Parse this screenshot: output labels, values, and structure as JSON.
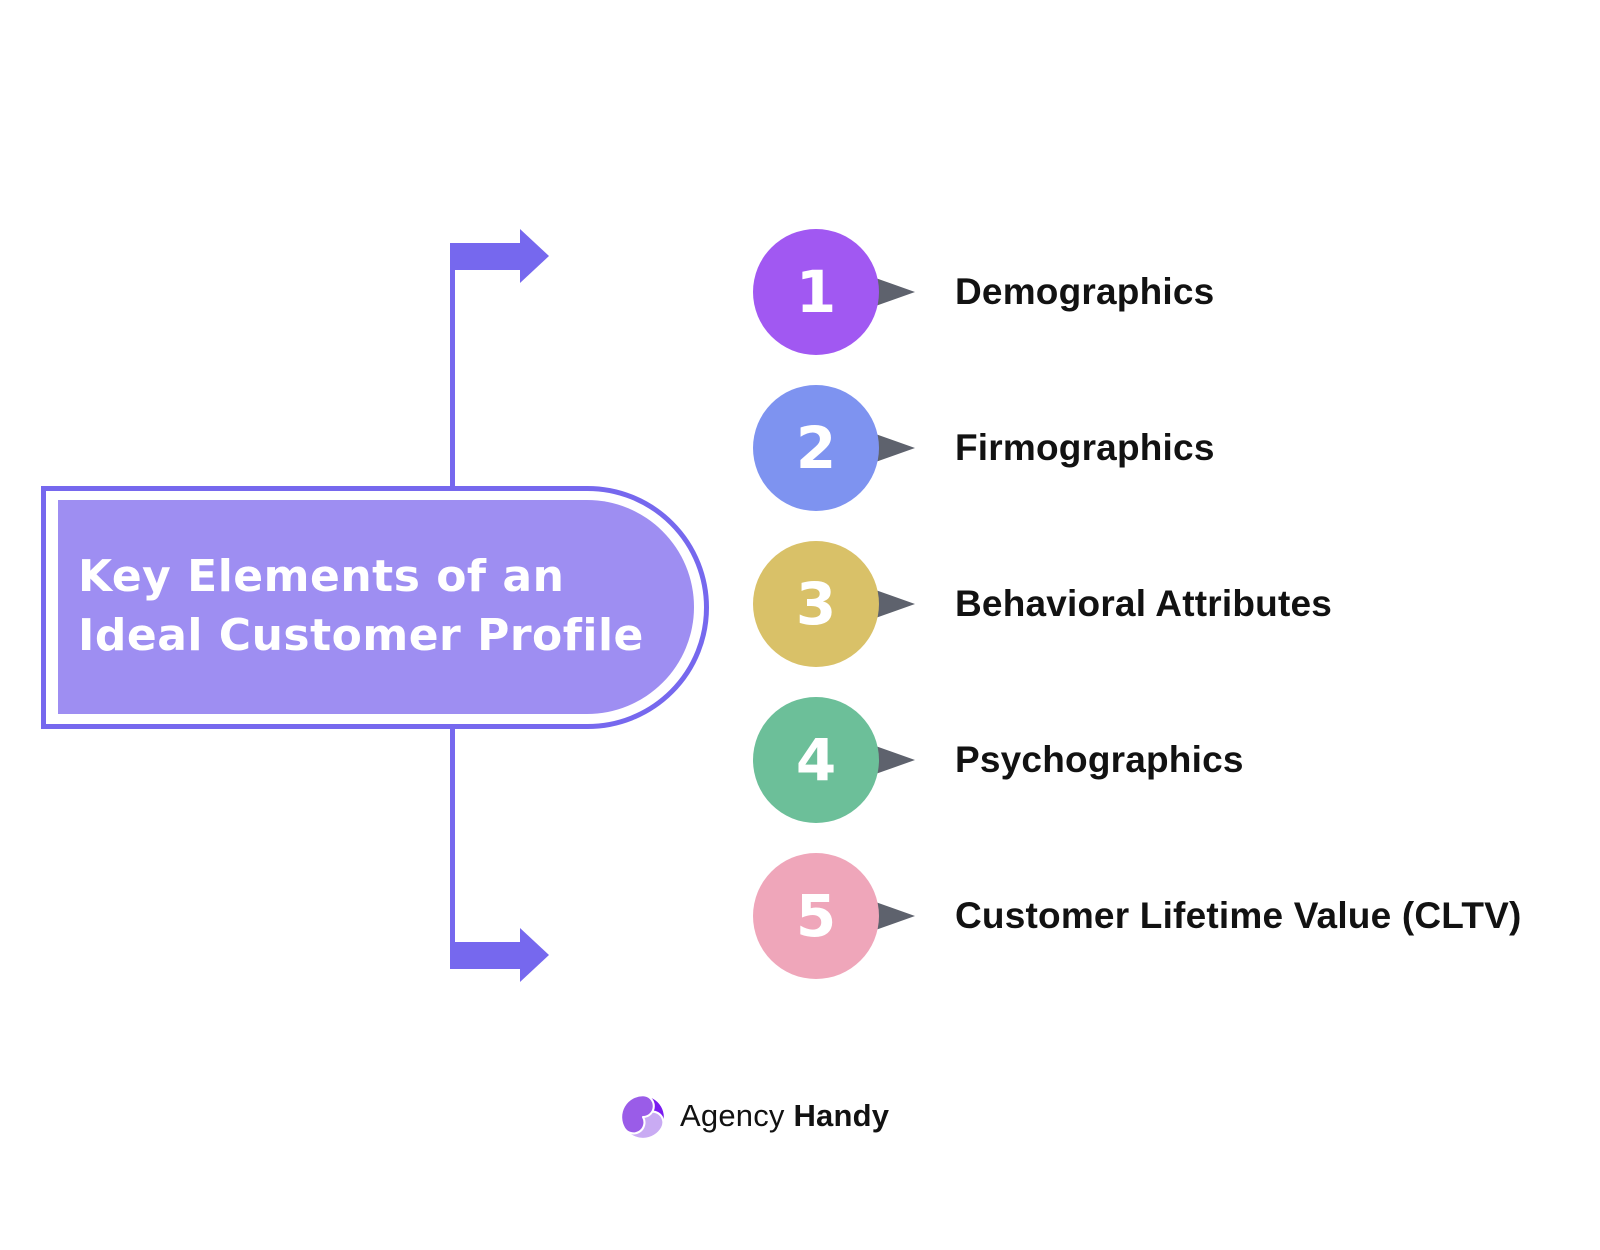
{
  "title": {
    "line1": "Key Elements of an",
    "line2": "Ideal Customer Profile"
  },
  "items": [
    {
      "number": "1",
      "label": "Demographics",
      "color": "#a158f2"
    },
    {
      "number": "2",
      "label": "Firmographics",
      "color": "#7e93f0"
    },
    {
      "number": "3",
      "label": "Behavioral Attributes",
      "color": "#d9c168"
    },
    {
      "number": "4",
      "label": "Psychographics",
      "color": "#6cbf99"
    },
    {
      "number": "5",
      "label": "Customer Lifetime Value (CLTV)",
      "color": "#efa6ba"
    }
  ],
  "brand": {
    "name_regular": "Agency",
    "name_bold": "Handy",
    "mark_colors": [
      "#7a1bf0",
      "#c9abf3",
      "#9a5ce8"
    ]
  },
  "colors": {
    "accent": "#7668ee",
    "banner_fill": "#9e8ef2",
    "pointer": "#5e626d",
    "ink": "#121212",
    "background": "#ffffff"
  }
}
